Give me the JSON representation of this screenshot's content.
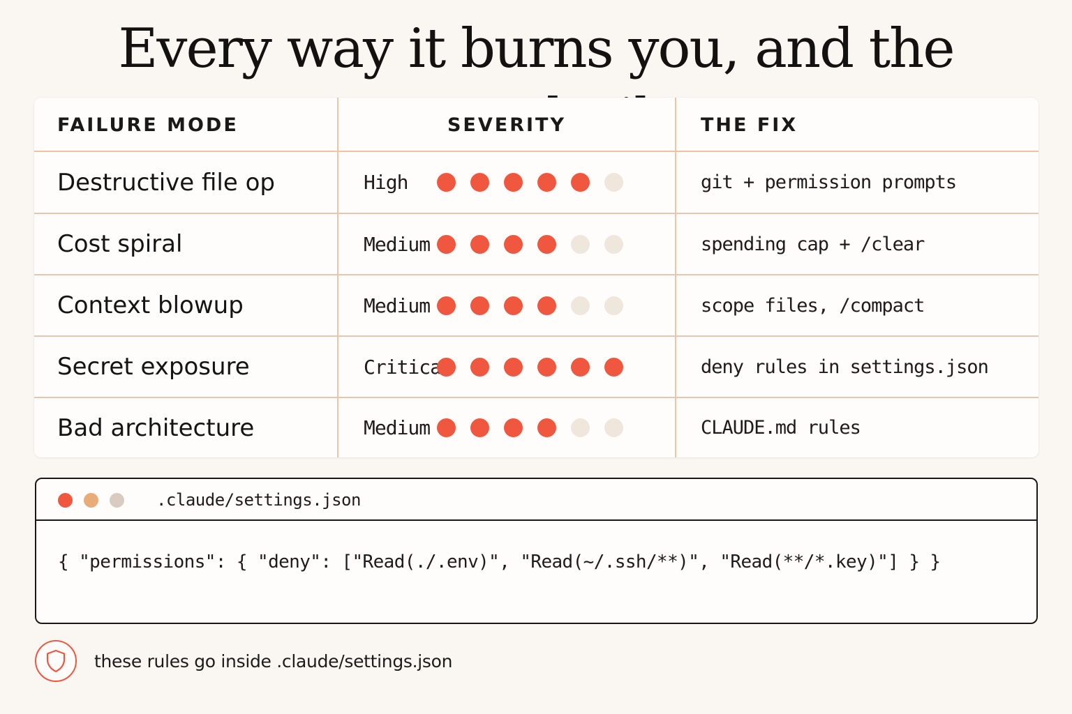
{
  "title": {
    "text": "Every way it burns you, and the guardrail",
    "dot": "."
  },
  "table": {
    "headers": {
      "mode": "FAILURE MODE",
      "severity": "SEVERITY",
      "fix": "THE FIX"
    },
    "rows": [
      {
        "mode": "Destructive file op",
        "severity": "High",
        "level": 5,
        "max": 6,
        "fix": "git + permission prompts"
      },
      {
        "mode": "Cost spiral",
        "severity": "Medium",
        "level": 4,
        "max": 6,
        "fix": "spending cap + /clear"
      },
      {
        "mode": "Context blowup",
        "severity": "Medium",
        "level": 4,
        "max": 6,
        "fix": "scope files, /compact"
      },
      {
        "mode": "Secret exposure",
        "severity": "Critical",
        "level": 6,
        "max": 6,
        "fix": "deny rules in settings.json"
      },
      {
        "mode": "Bad architecture",
        "severity": "Medium",
        "level": 4,
        "max": 6,
        "fix": "CLAUDE.md rules"
      }
    ]
  },
  "code_window": {
    "filename": ".claude/settings.json",
    "code": "{ \"permissions\": { \"deny\": [\"Read(./.env)\", \"Read(~/.ssh/**)\", \"Read(**/*.key)\"] } }"
  },
  "footer": {
    "icon": "shield-icon",
    "text": "these rules go inside .claude/settings.json"
  },
  "colors": {
    "accent": "#f0573f",
    "dot_inactive": "#efe6dc",
    "grid_line": "#efc4a6",
    "background": "#faf7f3"
  }
}
